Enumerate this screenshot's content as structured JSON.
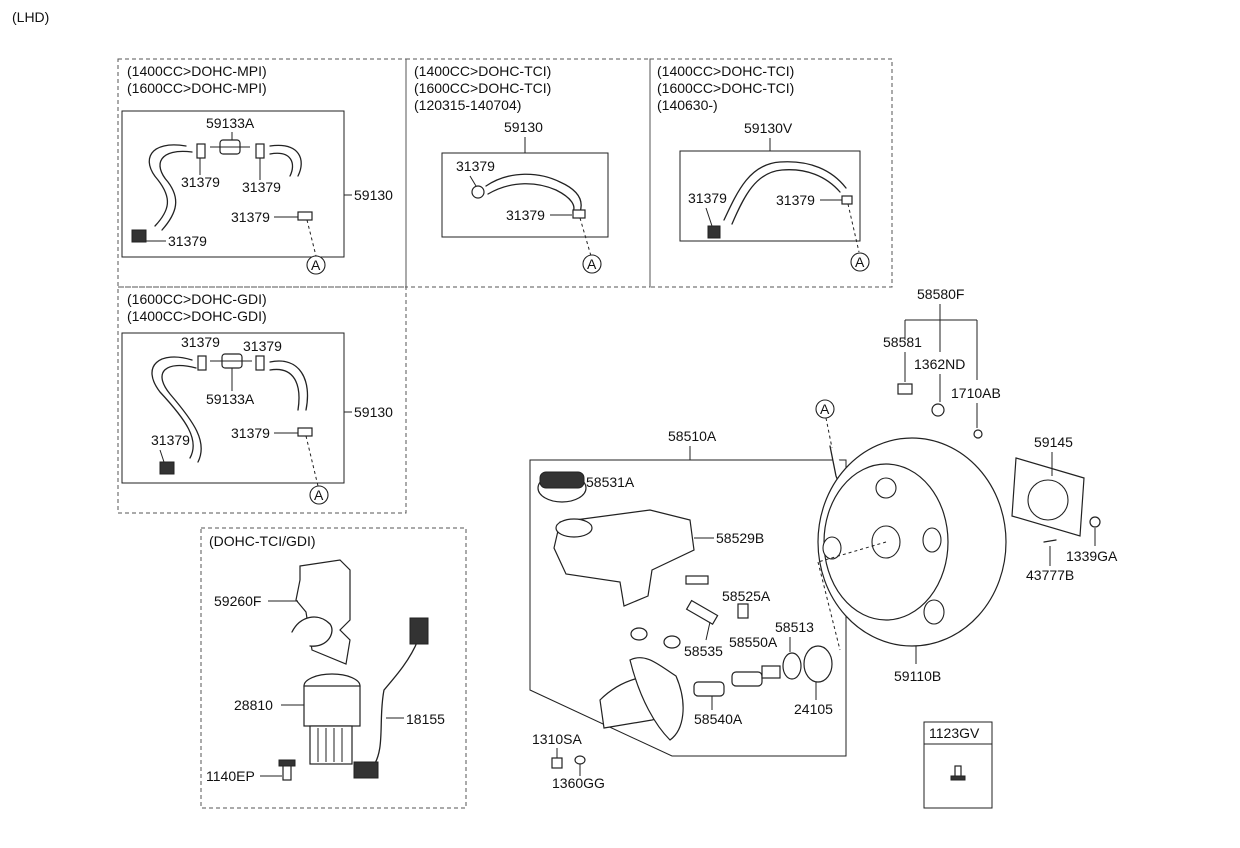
{
  "header": {
    "variant": "(LHD)"
  },
  "panels": {
    "mpi": {
      "spec_lines": [
        "(1400CC>DOHC-MPI)",
        "(1600CC>DOHC-MPI)"
      ],
      "labels": {
        "valve": "59133A",
        "clamp_a": "31379",
        "clamp_b": "31379",
        "clamp_c": "31379",
        "clamp_d": "31379",
        "hose_assy": "59130",
        "ref": "A"
      }
    },
    "tci_early": {
      "spec_lines": [
        "(1400CC>DOHC-TCI)",
        "(1600CC>DOHC-TCI)",
        "(120315-140704)"
      ],
      "labels": {
        "hose_assy": "59130",
        "clamp_a": "31379",
        "clamp_b": "31379",
        "ref": "A"
      }
    },
    "tci_late": {
      "spec_lines": [
        "(1400CC>DOHC-TCI)",
        "(1600CC>DOHC-TCI)",
        "(140630-)"
      ],
      "labels": {
        "hose_assy": "59130V",
        "clamp_a": "31379",
        "clamp_b": "31379",
        "ref": "A"
      }
    },
    "gdi": {
      "spec_lines": [
        "(1600CC>DOHC-GDI)",
        "(1400CC>DOHC-GDI)"
      ],
      "labels": {
        "clamp_a": "31379",
        "clamp_b": "31379",
        "valve": "59133A",
        "clamp_c": "31379",
        "clamp_d": "31379",
        "hose_assy": "59130",
        "ref": "A"
      }
    },
    "pump": {
      "spec_lines": [
        "(DOHC-TCI/GDI)"
      ],
      "labels": {
        "bracket": "59260F",
        "pump": "28810",
        "harness": "18155",
        "bolt": "1140EP"
      }
    },
    "master_cylinder": {
      "labels": {
        "assy": "58510A",
        "cap": "58531A",
        "reservoir": "58529B",
        "screw": "58525A",
        "pin": "58535",
        "seal": "58550A",
        "oring": "58513",
        "piston": "58540A",
        "gasket": "24105",
        "nut": "1310SA",
        "washer": "1360GG"
      }
    },
    "booster": {
      "labels": {
        "kit": "58580F",
        "check_valve": "58581",
        "grommet": "1362ND",
        "plug": "1710AB",
        "pad": "59145",
        "nut": "1339GA",
        "pin": "43777B",
        "booster": "59110B",
        "ref": "A"
      }
    },
    "bolt_box": {
      "label": "1123GV"
    }
  }
}
